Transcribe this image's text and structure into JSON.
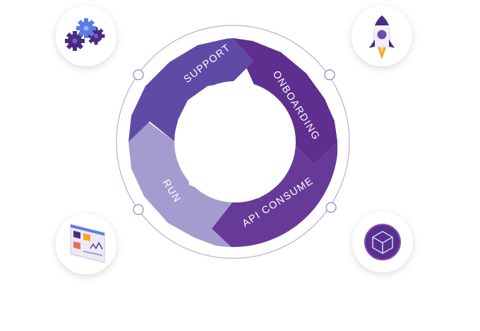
{
  "cycle": {
    "segments": [
      {
        "id": "support",
        "label": "SUPPORT",
        "color": "#5f4aa5"
      },
      {
        "id": "onboarding",
        "label": "ONBOARDING",
        "color": "#5e2f8f"
      },
      {
        "id": "api-consume",
        "label": "API CONSUME",
        "color": "#673a98"
      },
      {
        "id": "run",
        "label": "RUN",
        "color": "#a49ccf"
      }
    ]
  },
  "icons": [
    {
      "position": "top-left",
      "name": "gears-icon"
    },
    {
      "position": "top-right",
      "name": "rocket-icon"
    },
    {
      "position": "bottom-left",
      "name": "dashboard-icon"
    },
    {
      "position": "bottom-right",
      "name": "api-cube-icon"
    }
  ],
  "colors": {
    "ring_outline": "#b5aed6",
    "connector": "#b9b3d6",
    "icon_bg": "#ffffff",
    "purple_dark": "#4b2b7f",
    "purple_mid": "#6a4fb1",
    "accent_orange": "#f5a623"
  }
}
